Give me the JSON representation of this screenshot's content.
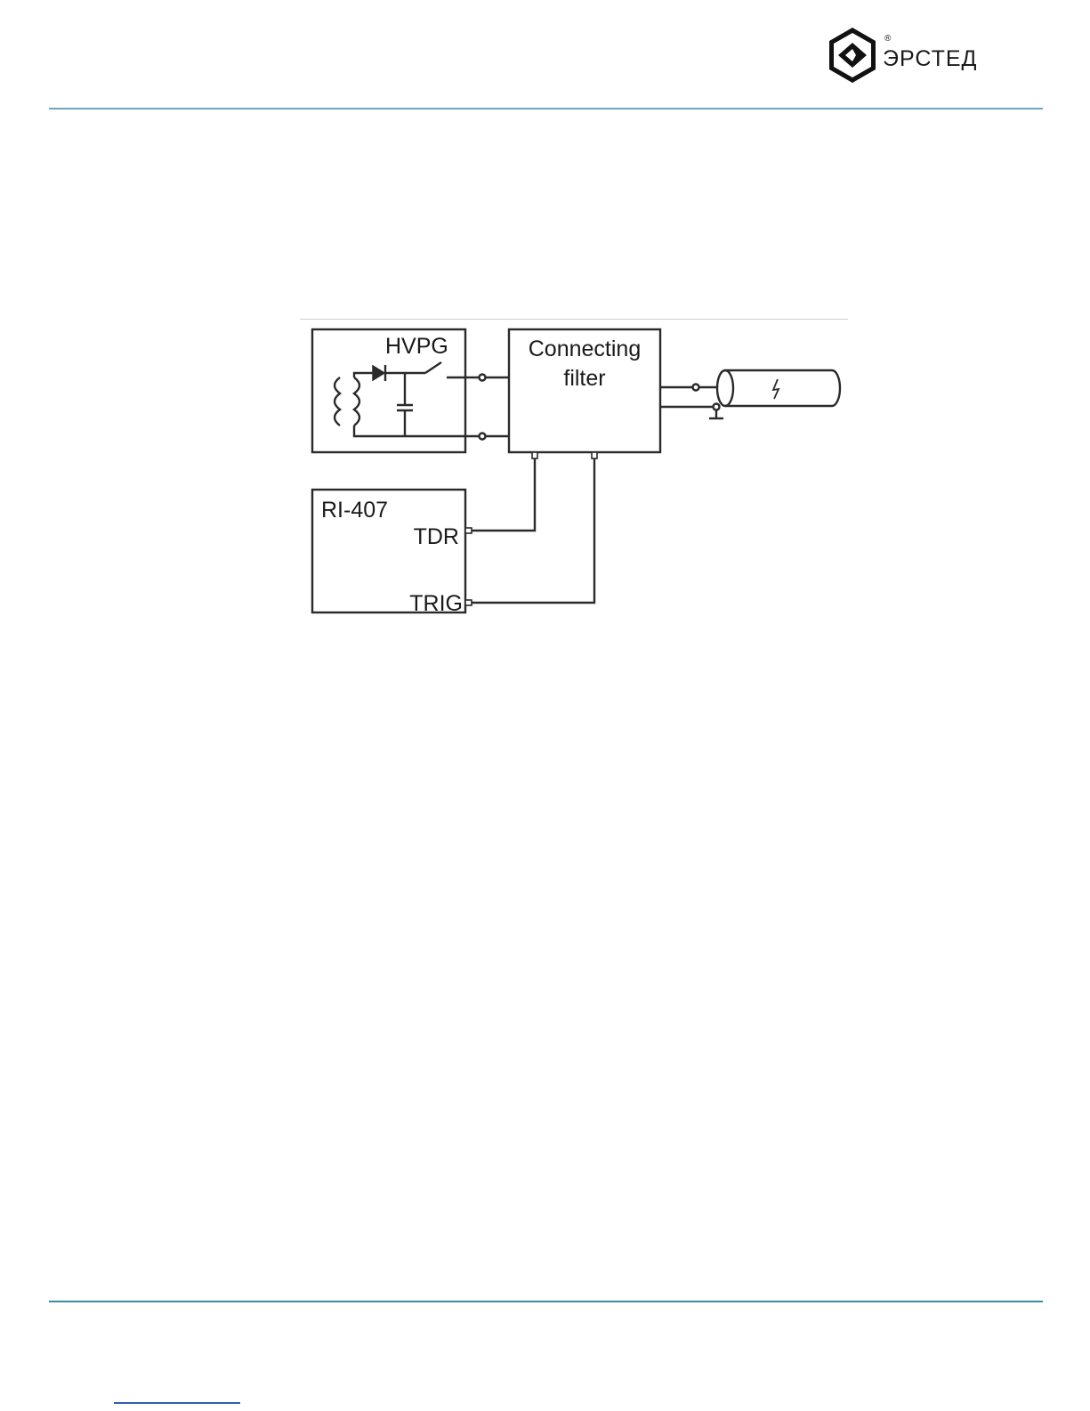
{
  "header": {
    "brand": "ЭРСТЕД",
    "registered_mark": "®"
  },
  "diagram": {
    "blocks": {
      "hvpg": "HVPG",
      "connecting_filter_line1": "Connecting",
      "connecting_filter_line2": "filter",
      "reflectometer": "RI-407"
    },
    "ports": {
      "tdr": "TDR",
      "trig": "TRIG"
    }
  },
  "colors": {
    "rule_top": "#6fa6bd",
    "rule_bottom": "#3e8aa3",
    "line": "#2a2a2a"
  }
}
